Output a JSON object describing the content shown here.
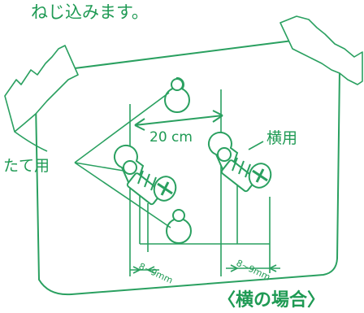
{
  "header_text": "ねじ込みます。",
  "labels": {
    "distance": "20 cm",
    "horizontal_use": "横用",
    "vertical_use": "たて用",
    "spacing_left": "8~9mm",
    "spacing_right": "8~9mm",
    "caption": "〈横の場合〉"
  },
  "colors": {
    "line": "#2aa060",
    "text": "#1f9a54",
    "screw_fill": "#ffffff"
  }
}
